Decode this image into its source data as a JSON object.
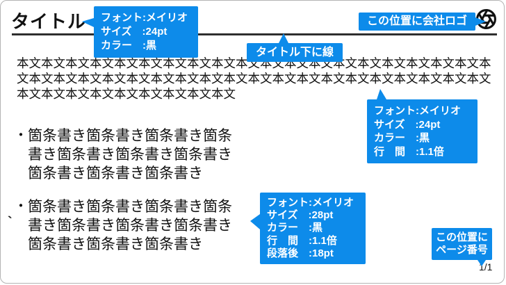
{
  "slide": {
    "title": "タイトル",
    "page_number": "1/1",
    "body": {
      "lines": [
        "本文本文本文本文本文本文本文本文本文本文本文本文本文本文本文本文本文本文本文本",
        "文本文本文本文本文本文本文本文本文本文本文本文本文本文本文本文本文本文本文本文",
        "本文本文本文本文本文本文本文本文本文"
      ]
    },
    "bullets": {
      "marker": "・",
      "items": [
        {
          "lines": [
            "箇条書き箇条書き箇条書き箇条",
            "書き箇条書き箇条書き箇条書き",
            "箇条書き箇条書き箇条書き"
          ]
        },
        {
          "lines": [
            "箇条書き箇条書き箇条書き箇条",
            "書き箇条書き箇条書き箇条書き",
            "箇条書き箇条書き箇条書き"
          ]
        }
      ]
    },
    "stray_mark": "`"
  },
  "callouts": {
    "title_spec": {
      "rows": [
        "フォント:メイリオ",
        "サイズ　:24pt",
        "カラー　:黒"
      ]
    },
    "title_line": {
      "label": "タイトル下に線"
    },
    "body_spec": {
      "rows": [
        "フォント:メイリオ",
        "サイズ　:24pt",
        "カラー　:黒",
        "行　間　:1.1倍"
      ]
    },
    "bullet_spec": {
      "rows": [
        "フォント:メイリオ",
        "サイズ　:28pt",
        "カラー　:黒",
        "行　間　:1.1倍",
        "段落後　:18pt"
      ]
    },
    "company_logo": {
      "label": "この位置に会社ロゴ"
    },
    "page_number": {
      "rows": [
        "この位置に",
        "ページ番号"
      ]
    }
  },
  "icons": {
    "company_logo": "aperture-icon"
  },
  "colors": {
    "accent_blue": "#0d8bea",
    "text_black": "#111111",
    "underline_dark": "#2e2e2e",
    "border_gray": "#b3b3b3",
    "callout_text": "#ffffff"
  }
}
